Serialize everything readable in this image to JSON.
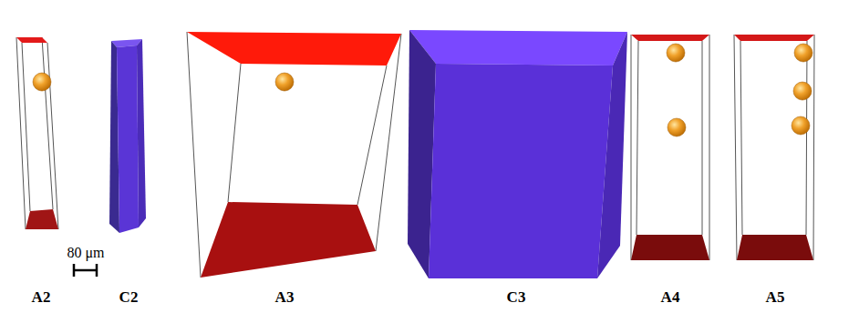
{
  "diagram": {
    "labels": [
      "80 μm",
      "A2",
      "C2",
      "A3",
      "C3",
      "A4",
      "A5"
    ]
  }
}
